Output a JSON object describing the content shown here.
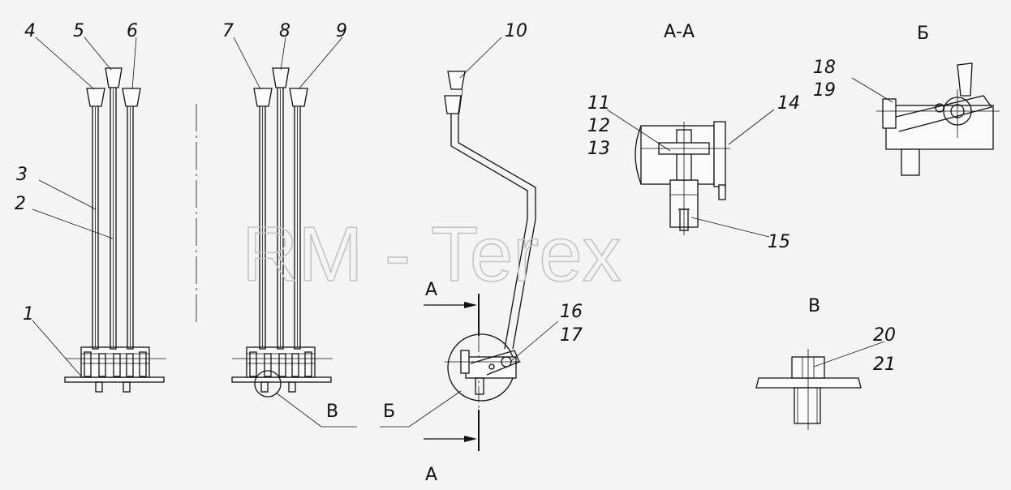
{
  "watermark": "RM - Terex",
  "parts": [
    "1",
    "2",
    "3",
    "4",
    "5",
    "6",
    "7",
    "8",
    "9",
    "10",
    "11",
    "12",
    "13",
    "14",
    "15",
    "16",
    "17",
    "18",
    "19",
    "20",
    "21"
  ],
  "views": {
    "section_aa": "А-А",
    "detail_b": "Б",
    "detail_v": "В",
    "cut_a_top": "А",
    "cut_a_bottom": "А",
    "callout_v": "В",
    "callout_b": "Б"
  },
  "colors": {
    "line": "#111111",
    "background": "#f4f4f4",
    "watermark": "#c4c4c4"
  }
}
